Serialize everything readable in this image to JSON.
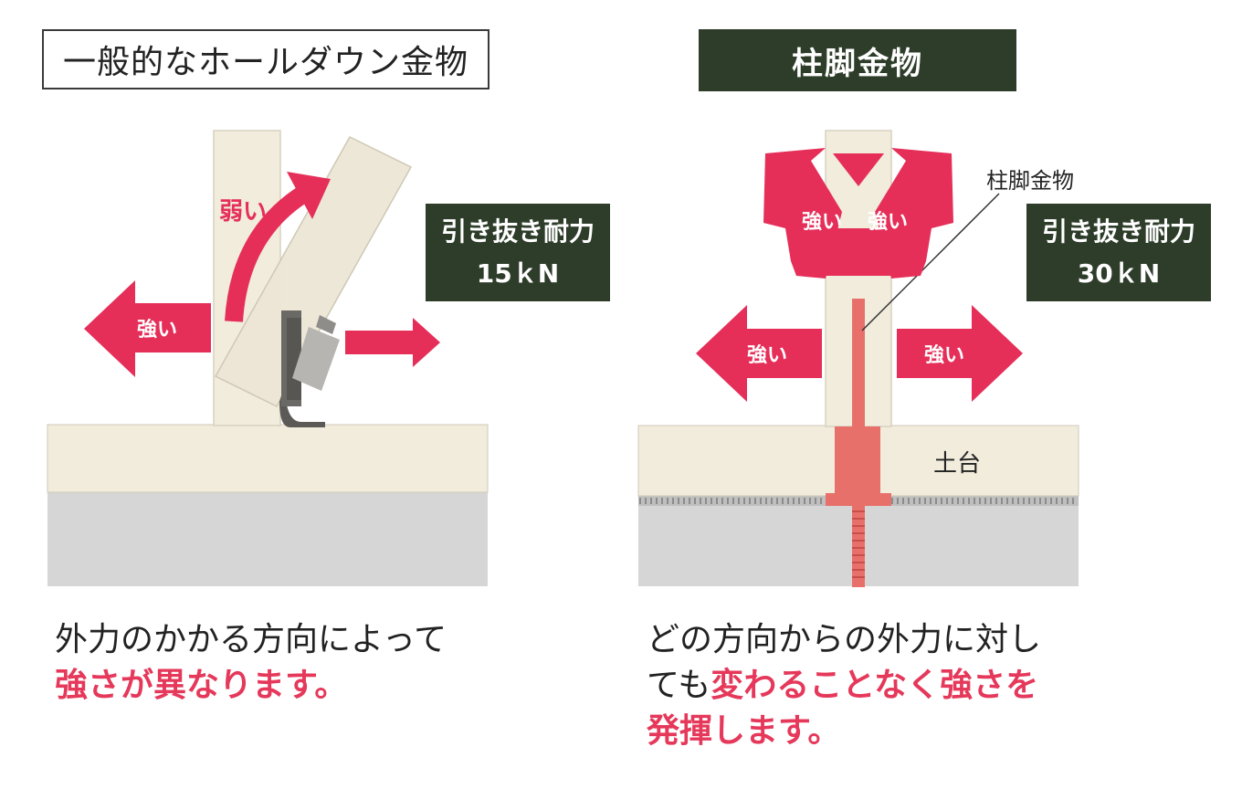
{
  "left": {
    "title": "一般的なホールダウン金物",
    "weak_label": "弱い",
    "strong_label": "強い",
    "box_line1": "引き抜き耐力",
    "box_line2": "15ｋN",
    "caption_line1": "外力のかかる方向によって",
    "caption_line2": "強さが異なります。"
  },
  "right": {
    "title": "柱脚金物",
    "callout": "柱脚金物",
    "strong_up_left": "強い",
    "strong_up_right": "強い",
    "strong_left": "強い",
    "strong_right": "強い",
    "base_label": "土台",
    "box_line1": "引き抜き耐力",
    "box_line2": "30ｋN",
    "caption_line1": "どの方向からの外力に対し",
    "caption_line2_plain": "ても",
    "caption_line2_hl": "変わることなく強さを",
    "caption_line3": "発揮します。"
  },
  "colors": {
    "accent_pink": "#e52f59",
    "dark_green": "#2e3d2a",
    "wood": "#f1ecdc",
    "concrete": "#d6d6d6",
    "bolt": "#e8706b"
  }
}
